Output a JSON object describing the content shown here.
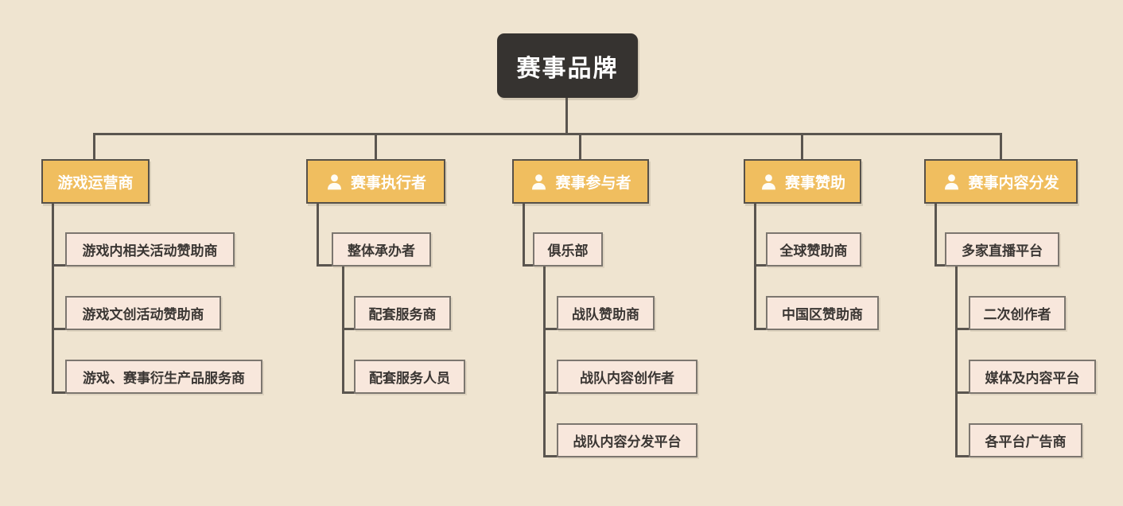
{
  "diagram": {
    "type": "org-tree",
    "root": {
      "label": "赛事品牌"
    },
    "branches": [
      {
        "label": "游戏运营商",
        "icon": null,
        "children": [
          {
            "label": "游戏内相关活动赞助商"
          },
          {
            "label": "游戏文创活动赞助商"
          },
          {
            "label": "游戏、赛事衍生产品服务商"
          }
        ]
      },
      {
        "label": "赛事执行者",
        "icon": "user-icon",
        "children": [
          {
            "label": "整体承办者",
            "children": [
              {
                "label": "配套服务商"
              },
              {
                "label": "配套服务人员"
              }
            ]
          }
        ]
      },
      {
        "label": "赛事参与者",
        "icon": "user-icon",
        "children": [
          {
            "label": "俱乐部",
            "children": [
              {
                "label": "战队赞助商"
              },
              {
                "label": "战队内容创作者"
              },
              {
                "label": "战队内容分发平台"
              }
            ]
          }
        ]
      },
      {
        "label": "赛事赞助",
        "icon": "user-icon",
        "children": [
          {
            "label": "全球赞助商"
          },
          {
            "label": "中国区赞助商"
          }
        ]
      },
      {
        "label": "赛事内容分发",
        "icon": "user-icon",
        "children": [
          {
            "label": "多家直播平台",
            "children": [
              {
                "label": "二次创作者"
              },
              {
                "label": "媒体及内容平台"
              },
              {
                "label": "各平台广告商"
              }
            ]
          }
        ]
      }
    ],
    "colors": {
      "background": "#EFE4D0",
      "root_fill": "#363330",
      "root_text": "#FFFFFF",
      "branch_fill": "#F0BE5F",
      "branch_border": "#575149",
      "branch_text": "#FFFFFF",
      "leaf_fill": "#F8E7DC",
      "leaf_border": "#7C766F",
      "leaf_text": "#3A3633",
      "line": "#5A554F"
    }
  }
}
